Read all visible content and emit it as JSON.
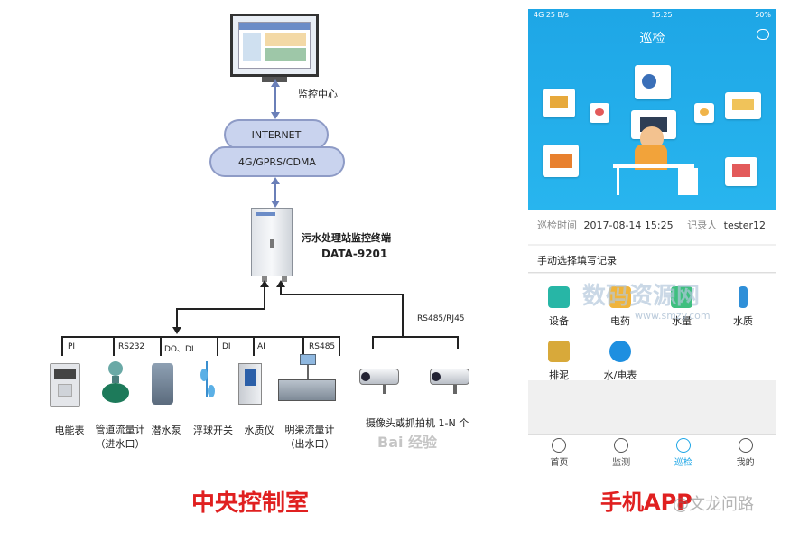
{
  "diagram": {
    "monitor_center": "监控中心",
    "internet": "INTERNET",
    "network": "4G/GPRS/CDMA",
    "terminal_name": "污水处理站监控终端",
    "terminal_model": "DATA-9201",
    "bus_labels": [
      "PI",
      "RS232",
      "DO、DI",
      "DI",
      "AI",
      "RS485"
    ],
    "rs485_rj45": "RS485/RJ45",
    "devices": [
      {
        "label": "电能表"
      },
      {
        "label": "管道流量计\n（进水口）"
      },
      {
        "label": "潜水泵"
      },
      {
        "label": "浮球开关"
      },
      {
        "label": "水质仪"
      },
      {
        "label": "明渠流量计\n（出水口）"
      }
    ],
    "camera_label": "摄像头或抓拍机 1-N 个",
    "baidu_watermark": "Bai 经验",
    "footer_left": "中央控制室",
    "footer_right": "手机APP",
    "footer_right_watermark": "@文龙问路"
  },
  "phone": {
    "status_left": "4G 25 B/s",
    "status_time": "15:25",
    "status_right": "50%",
    "title": "巡检",
    "inspection_time_label": "巡检时间",
    "inspection_time": "2017-08-14 15:25",
    "recorder_label": "记录人",
    "recorder": "tester12",
    "section_title": "手动选择填写记录",
    "grid_items": [
      "设备",
      "电药",
      "水量",
      "水质",
      "排泥",
      "水/电表"
    ],
    "watermark": "数码资源网",
    "watermark_url": "www.smzy.com",
    "tabs": [
      "首页",
      "监测",
      "巡检",
      "我的"
    ],
    "accent": "#1ea6e6"
  }
}
